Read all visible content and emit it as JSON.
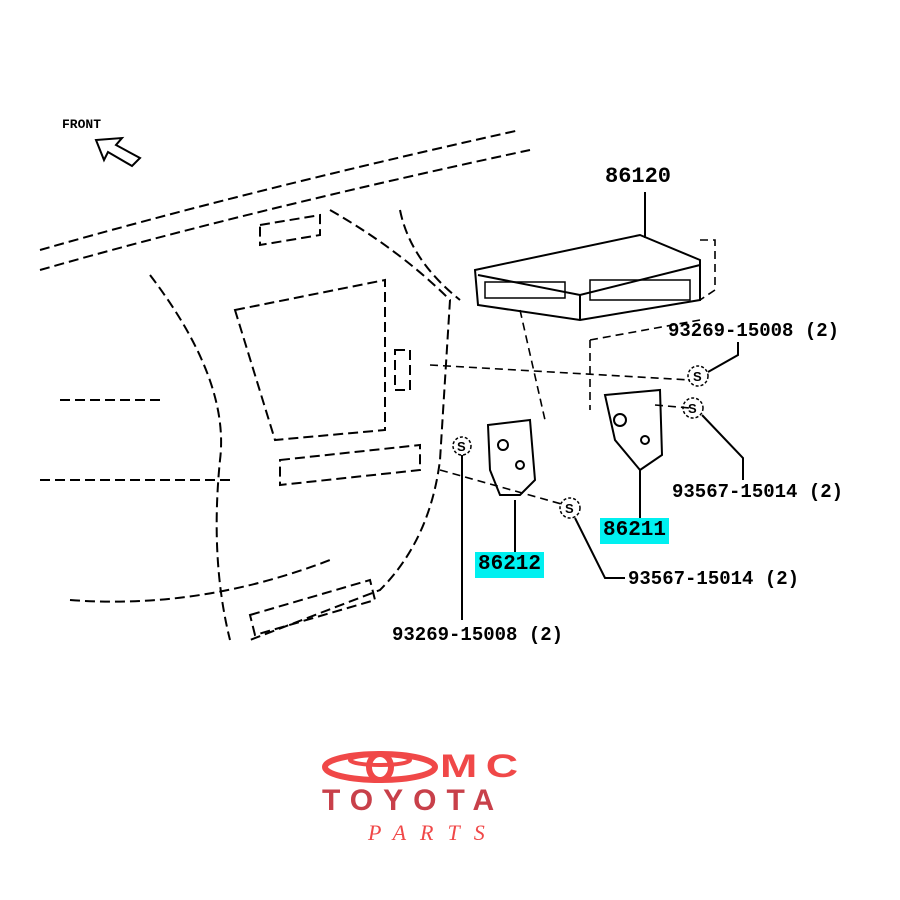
{
  "diagram": {
    "front_label": "FRONT",
    "parts": {
      "radio": "86120",
      "bracket_right": "86211",
      "bracket_left": "86212",
      "screw_upper_right": "93269-15008 (2)",
      "screw_lower_right": "93567-15014 (2)",
      "screw_mid": "93567-15014 (2)",
      "screw_left": "93269-15008 (2)"
    },
    "highlight_color": "#00f0f0"
  },
  "logo": {
    "line1": "MC",
    "line2": "TOYOTA",
    "line3": "PARTS",
    "color": "#f04848"
  }
}
